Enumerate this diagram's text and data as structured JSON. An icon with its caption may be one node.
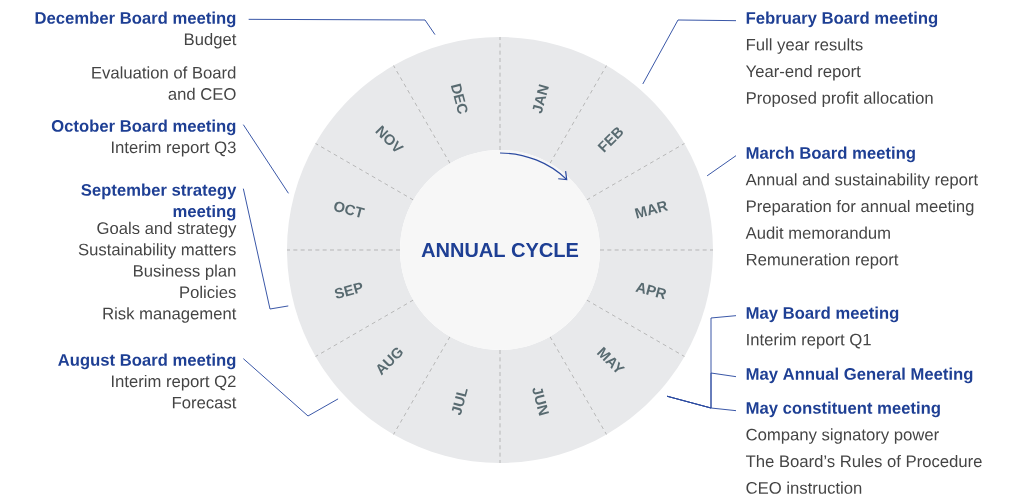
{
  "diagram": {
    "nodes": [
      {
        "text": [
          "December Board meeting",
          "Budget",
          "Evaluation of Board and CEO"
        ]
      },
      {
        "text": [
          "February Board meeting",
          "Full year results",
          "Year-end report",
          "Proposed profit allocation"
        ]
      },
      {
        "text": [
          "October Board meeting",
          "Interim report Q3"
        ]
      },
      {
        "text": [
          "March Board meeting",
          "Annual and sustainability report",
          "Preparation for annual meeting",
          "Audit memorandum",
          "Remuneration report"
        ]
      },
      {
        "text": [
          "September strategy meeting",
          "Goals and strategy",
          "Sustainability matters",
          "Business plan",
          "Policies",
          "Risk management"
        ]
      },
      {
        "text": [
          "August Board meeting",
          "Interim report Q2",
          "Forecast"
        ]
      },
      {
        "text": [
          "May Board meeting",
          "Interim report Q1"
        ]
      },
      {
        "text": [
          "May Annual General Meeting"
        ]
      },
      {
        "text": [
          "May constituent meeting",
          "Company signatory power",
          "The Board’s Rules of Procedure",
          "CEO instruction"
        ]
      },
      {
        "text": [
          "ANNUAL CYCLE"
        ]
      },
      {
        "text": [
          "JAN"
        ]
      },
      {
        "text": [
          "FEB"
        ]
      },
      {
        "text": [
          "MAR"
        ]
      },
      {
        "text": [
          "APR"
        ]
      },
      {
        "text": [
          "MAY"
        ]
      },
      {
        "text": [
          "JUN"
        ]
      },
      {
        "text": [
          "JUL"
        ]
      },
      {
        "text": [
          "AUG"
        ]
      },
      {
        "text": [
          "SEP"
        ]
      },
      {
        "text": [
          "OCT"
        ]
      },
      {
        "text": [
          "NOV"
        ]
      },
      {
        "text": [
          "DEC"
        ]
      }
    ],
    "edges": [
      {
        "from": 0,
        "to": 21,
        "arrow": "none"
      },
      {
        "from": 1,
        "to": 11,
        "arrow": "none"
      },
      {
        "from": 2,
        "to": 19,
        "arrow": "none"
      },
      {
        "from": 3,
        "to": 12,
        "arrow": "none"
      },
      {
        "from": 4,
        "to": 18,
        "arrow": "none"
      },
      {
        "from": 5,
        "to": 17,
        "arrow": "none"
      },
      {
        "from": 6,
        "to": 14,
        "arrow": "none"
      },
      {
        "from": 7,
        "to": 14,
        "arrow": "none"
      },
      {
        "from": 8,
        "to": 14,
        "arrow": "none"
      }
    ]
  }
}
